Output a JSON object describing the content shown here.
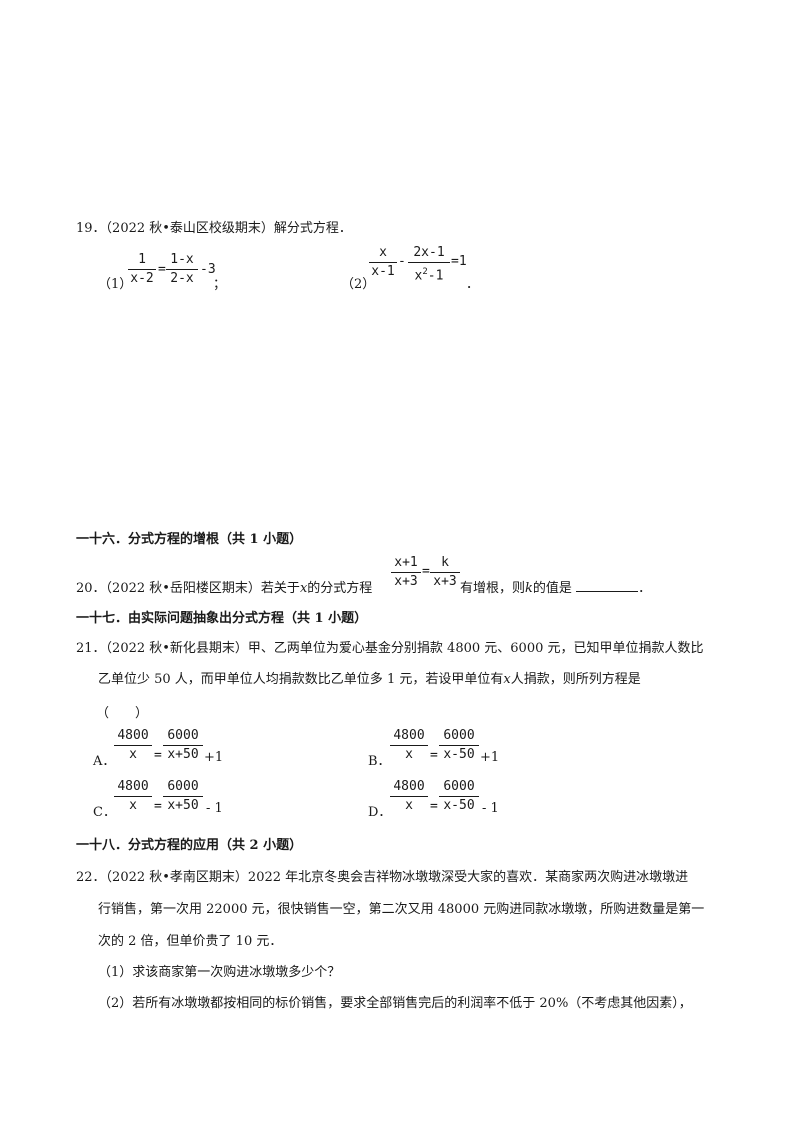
{
  "q19": {
    "header": "19．（2022 秋•泰山区校级期末）解分式方程．",
    "p1": {
      "label": "（1）",
      "lhs_num": "1",
      "lhs_den": "x-2",
      "eq": "=",
      "rhs_num": "1-x",
      "rhs_den": "2-x",
      "tail": "-3",
      "end": "；"
    },
    "p2": {
      "label": "（2）",
      "a_num": "x",
      "a_den": "x-1",
      "minus": "-",
      "b_num": "2x-1",
      "b_den_base": "x",
      "b_den_exp": "2",
      "b_den_tail": "-1",
      "rhs": "=1",
      "end": "．"
    }
  },
  "s16": {
    "heading": "一十六．分式方程的增根（共 1 小题）",
    "q20_pre": "20．（2022 秋•岳阳楼区期末）若关于",
    "q20_x": "x",
    "q20_mid": "的分式方程",
    "frac1_num": "x+1",
    "frac1_den": "x+3",
    "eq": "=",
    "frac2_num": "k",
    "frac2_den": "x+3",
    "q20_post": "有增根，则",
    "q20_k": "k",
    "q20_end": "的值是",
    "q20_period": "．"
  },
  "s17": {
    "heading": "一十七．由实际问题抽象出分式方程（共 1 小题）",
    "q21_line1": "21．（2022 秋•新化县期末）甲、乙两单位为爱心基金分别捐款 4800 元、6000 元，已知甲单位捐款人数比",
    "q21_line2a": "乙单位少 50 人，而甲单位人均捐款数比乙单位多 1 元，若设甲单位有",
    "q21_x": "x",
    "q21_line2b": "人捐款，则所列方程是",
    "q21_paren": "（　　）",
    "options": [
      {
        "label": "A．",
        "num1": "4800",
        "den1": "x",
        "eq": "=",
        "num2": "6000",
        "den2": "x+50",
        "tail": "+1"
      },
      {
        "label": "B．",
        "num1": "4800",
        "den1": "x",
        "eq": "=",
        "num2": "6000",
        "den2": "x-50",
        "tail": "+1"
      },
      {
        "label": "C．",
        "num1": "4800",
        "den1": "x",
        "eq": "=",
        "num2": "6000",
        "den2": "x+50",
        "tail": "- 1"
      },
      {
        "label": "D．",
        "num1": "4800",
        "den1": "x",
        "eq": "=",
        "num2": "6000",
        "den2": "x-50",
        "tail": "- 1"
      }
    ]
  },
  "s18": {
    "heading": "一十八．分式方程的应用（共 2 小题）",
    "q22_line1": "22．（2022 秋•孝南区期末）2022 年北京冬奥会吉祥物冰墩墩深受大家的喜欢．某商家两次购进冰墩墩进",
    "q22_line2": "行销售，第一次用 22000 元，很快销售一空，第二次又用 48000 元购进同款冰墩墩，所购进数量是第一",
    "q22_line3": "次的 2 倍，但单价贵了 10 元．",
    "q22_sub1": "（1）求该商家第一次购进冰墩墩多少个？",
    "q22_sub2": "（2）若所有冰墩墩都按相同的标价销售，要求全部销售完后的利润率不低于 20%（不考虑其他因素），"
  }
}
